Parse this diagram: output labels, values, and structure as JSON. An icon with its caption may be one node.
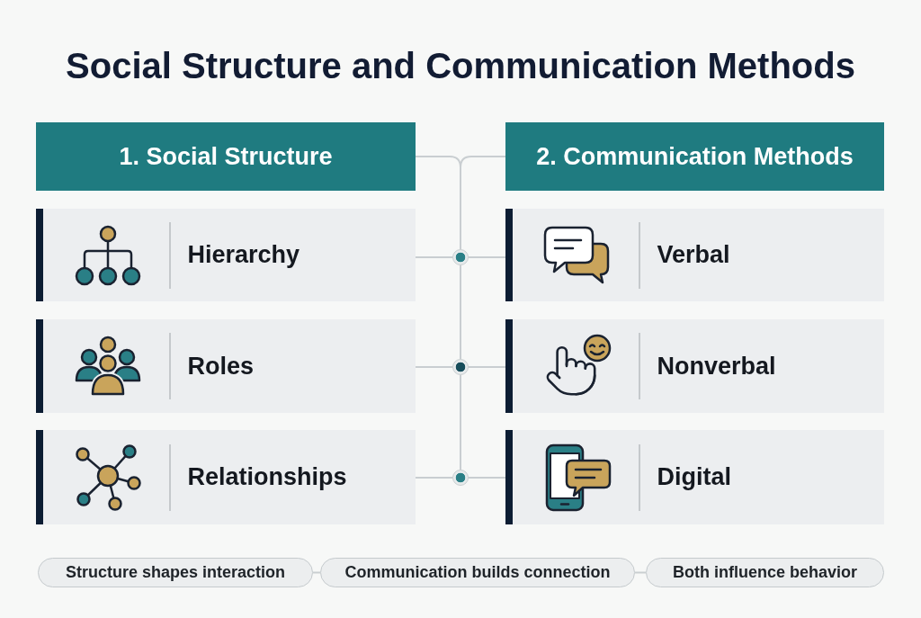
{
  "diagram": {
    "title": "Social Structure and Communication Methods",
    "nodes": [
      {
        "text": [
          "1. Social Structure"
        ]
      },
      {
        "text": [
          "2. Communication Methods"
        ]
      },
      {
        "text": [
          "Hierarchy"
        ]
      },
      {
        "text": [
          "Verbal"
        ]
      },
      {
        "text": [
          "Roles"
        ]
      },
      {
        "text": [
          "Nonverbal"
        ]
      },
      {
        "text": [
          "Relationships"
        ]
      },
      {
        "text": [
          "Digital"
        ]
      },
      {
        "text": [],
        "shape": "circle"
      },
      {
        "text": [],
        "shape": "circle"
      },
      {
        "text": [],
        "shape": "circle"
      },
      {
        "text": [
          "Structure shapes interaction"
        ]
      },
      {
        "text": [
          "Communication builds connection"
        ]
      },
      {
        "text": [
          "Both influence behavior"
        ]
      }
    ],
    "edges": [
      {
        "from": 0,
        "to": 8,
        "arrow": "none"
      },
      {
        "from": 1,
        "to": 8,
        "arrow": "none"
      },
      {
        "from": 8,
        "to": 9,
        "arrow": "none"
      },
      {
        "from": 9,
        "to": 10,
        "arrow": "none"
      },
      {
        "from": 2,
        "to": 8,
        "arrow": "none"
      },
      {
        "from": 8,
        "to": 3,
        "arrow": "none"
      },
      {
        "from": 4,
        "to": 9,
        "arrow": "none"
      },
      {
        "from": 9,
        "to": 5,
        "arrow": "none"
      },
      {
        "from": 6,
        "to": 10,
        "arrow": "none"
      },
      {
        "from": 10,
        "to": 7,
        "arrow": "none"
      },
      {
        "from": 11,
        "to": 12,
        "arrow": "none"
      },
      {
        "from": 12,
        "to": 13,
        "arrow": "none"
      }
    ]
  }
}
